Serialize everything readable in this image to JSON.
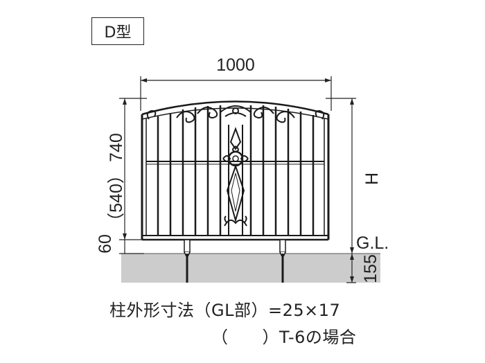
{
  "type_label": "D型",
  "dimensions": {
    "width": "1000",
    "height_total": "740",
    "height_alt": "（540）",
    "bottom_gap": "60",
    "height_var": "H",
    "ground_label": "G.L.",
    "embed_depth": "155"
  },
  "notes": {
    "line1": "柱外形寸法（GL部）=25×17",
    "line2": "（　　）T-6の場合"
  },
  "colors": {
    "line": "#222222",
    "ground": "#cccccc",
    "fence": "#1a1a1a"
  }
}
